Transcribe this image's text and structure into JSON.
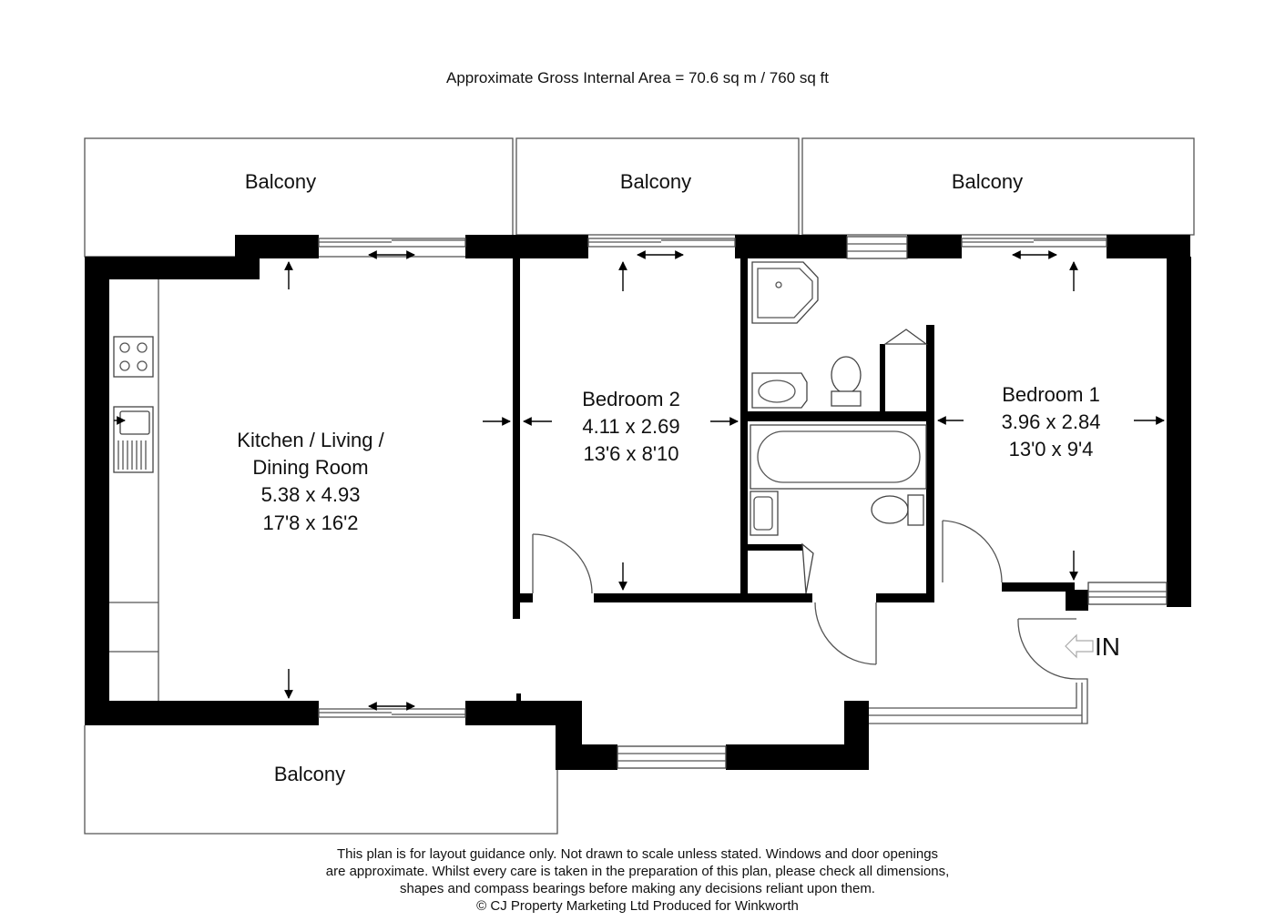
{
  "header": {
    "area_text": "Approximate Gross Internal Area = 70.6 sq m / 760 sq ft"
  },
  "balconies": {
    "top_left": "Balcony",
    "top_middle": "Balcony",
    "top_right": "Balcony",
    "bottom": "Balcony"
  },
  "rooms": {
    "kitchen": {
      "name_line1": "Kitchen / Living /",
      "name_line2": "Dining Room",
      "metric": "5.38 x 4.93",
      "imperial": "17'8 x 16'2"
    },
    "bedroom2": {
      "name": "Bedroom 2",
      "metric": "4.11 x 2.69",
      "imperial": "13'6 x 8'10"
    },
    "bedroom1": {
      "name": "Bedroom 1",
      "metric": "3.96 x 2.84",
      "imperial": "13'0 x 9'4"
    }
  },
  "entrance": {
    "label": "IN"
  },
  "footer": {
    "line1": "This plan is for layout guidance only. Not drawn to scale unless stated. Windows and door openings",
    "line2": "are approximate. Whilst every care is taken in the preparation of this plan, please check all dimensions,",
    "line3": "shapes and compass bearings before making any decisions reliant upon them.",
    "line4": "© CJ Property Marketing Ltd Produced for Winkworth"
  },
  "icons": [
    "hob-icon",
    "sink-icon",
    "shower-tray-icon",
    "toilet-icon",
    "basin-icon",
    "bath-icon",
    "entrance-arrow-icon"
  ]
}
